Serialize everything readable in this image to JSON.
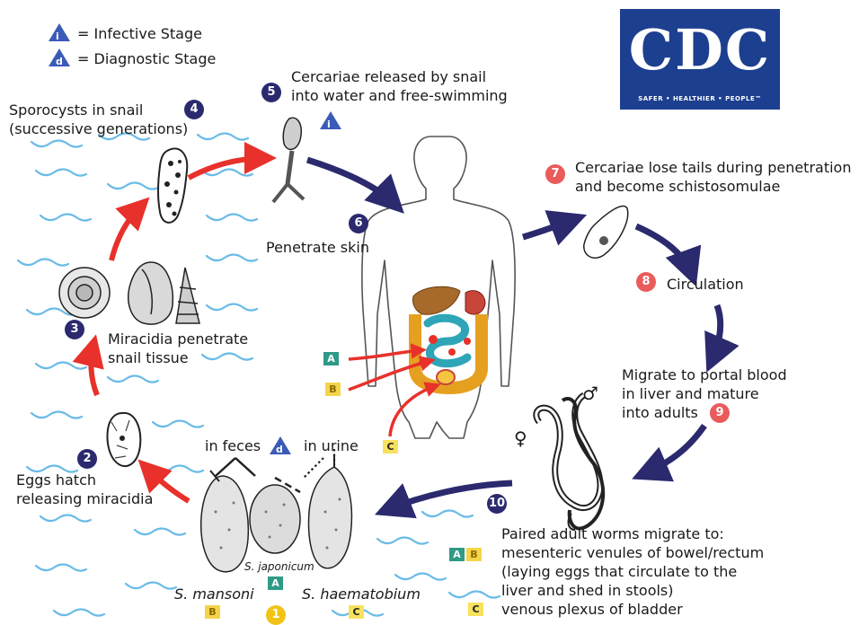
{
  "legend": {
    "infective_symbol": "i",
    "infective": "= Infective Stage",
    "diagnostic_symbol": "d",
    "diagnostic": "= Diagnostic Stage"
  },
  "logo": {
    "text": "CDC",
    "tagline": "SAFER • HEALTHIER • PEOPLE™"
  },
  "steps": {
    "s1": "1",
    "s2": "2",
    "s2_text": [
      "Eggs hatch",
      "releasing miracidia"
    ],
    "s3": "3",
    "s3_text": [
      "Miracidia penetrate",
      "snail tissue"
    ],
    "s4": "4",
    "s4_text": [
      "Sporocysts in snail",
      "(successive generations)"
    ],
    "s5": "5",
    "s5_text": [
      "Cercariae released by snail",
      "into water and free-swimming"
    ],
    "s6": "6",
    "s6_text": "Penetrate skin",
    "s7": "7",
    "s7_text": [
      "Cercariae lose tails during penetration",
      "and become schistosomulae"
    ],
    "s8": "8",
    "s8_text": "Circulation",
    "s9": "9",
    "s9_text": [
      "Migrate to portal blood",
      "in liver and mature",
      "into adults"
    ],
    "s10": "10",
    "s10_text": [
      "Paired adult worms migrate to:",
      "mesenteric venules of bowel/rectum",
      "(laying eggs that circulate to the",
      "liver and shed in stools)",
      "venous plexus of bladder"
    ]
  },
  "eggs": {
    "in_feces": "in feces",
    "in_urine": "in urine",
    "mansoni": "S. mansoni",
    "japonicum": "S. japonicum",
    "haematobium": "S. haematobium"
  },
  "letters": {
    "A": "A",
    "B": "B",
    "C": "C"
  },
  "sex": {
    "female": "♀",
    "male": "♂"
  },
  "colors": {
    "navy": "#2b2a6e",
    "red_arrow": "#e8312b",
    "step_red": "#ea5b5b",
    "water": "#5ab4e5",
    "cdc_blue": "#1d3f8f"
  }
}
